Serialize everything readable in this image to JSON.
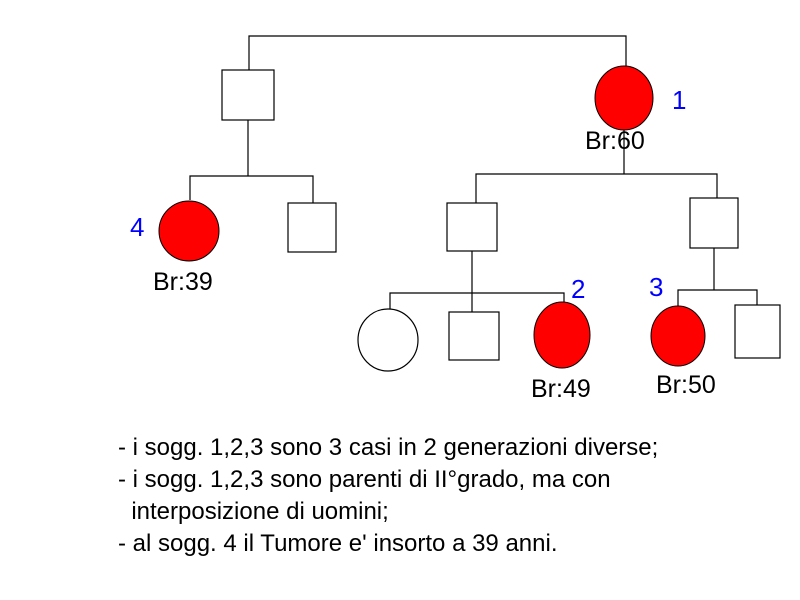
{
  "colors": {
    "affected": "#ff0000",
    "unaffected": "#ffffff",
    "line": "#000000",
    "subject_number": "#0000ff"
  },
  "subjects": [
    {
      "id": "1",
      "label": "Br:60"
    },
    {
      "id": "2",
      "label": "Br:49"
    },
    {
      "id": "3",
      "label": "Br:50"
    },
    {
      "id": "4",
      "label": "Br:39"
    }
  ],
  "notes": [
    "- i sogg. 1,2,3 sono 3 casi in 2 generazioni diverse;",
    "- i sogg. 1,2,3 sono parenti di II°grado, ma con",
    "  interposizione di uomini;",
    "- al sogg. 4 il Tumore e' insorto a 39 anni."
  ]
}
